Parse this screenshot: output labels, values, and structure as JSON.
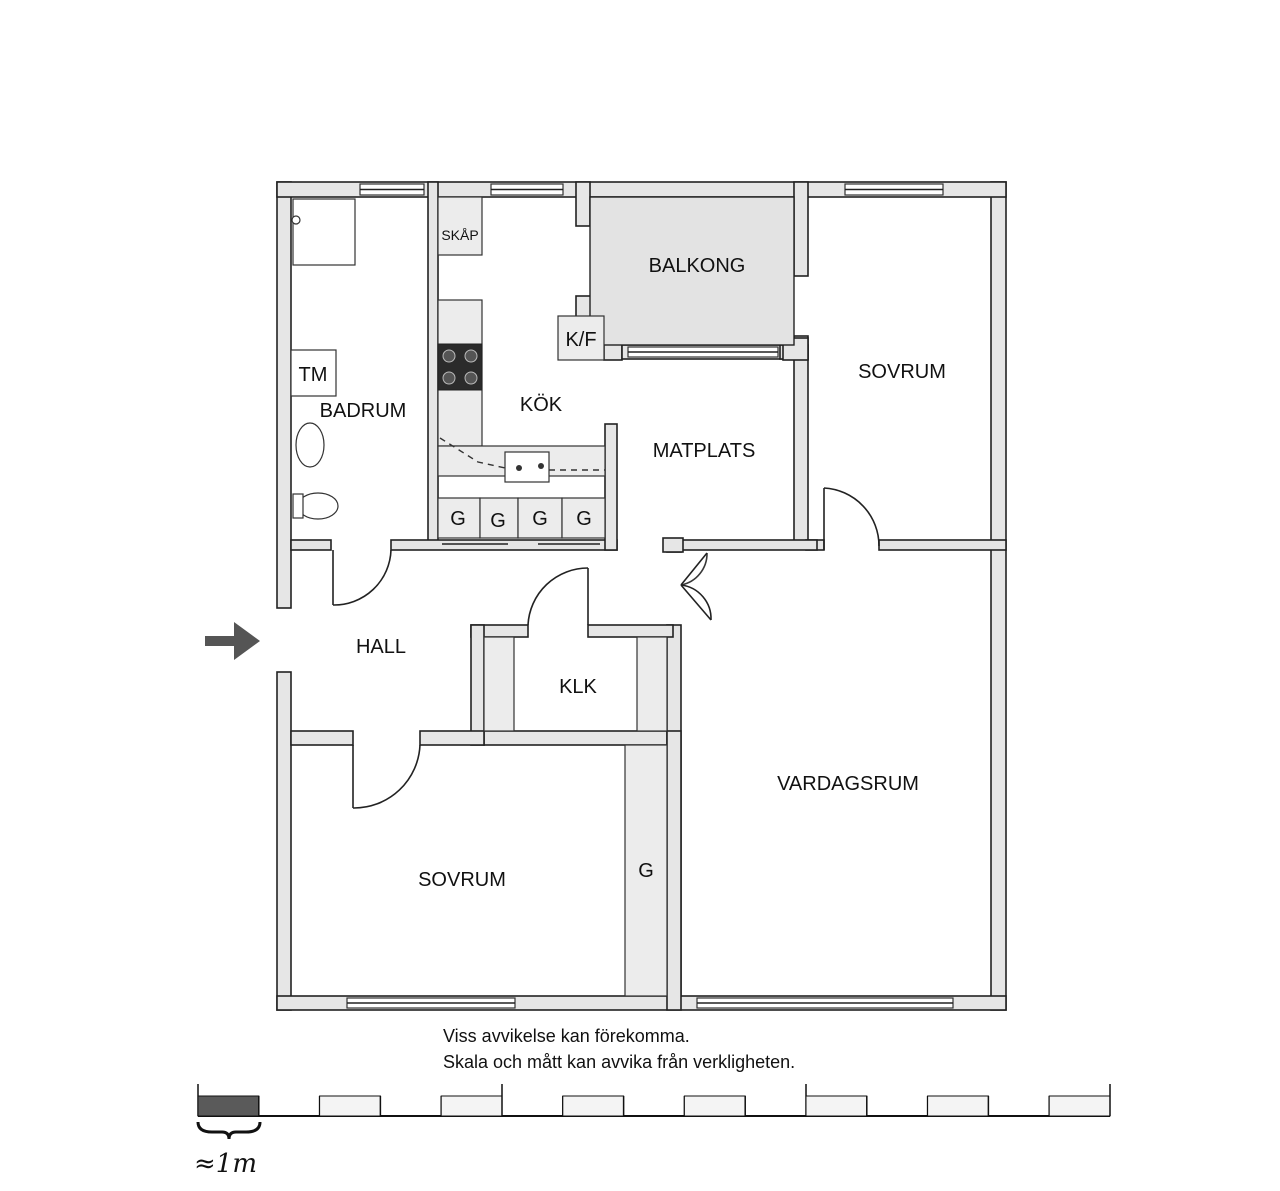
{
  "rooms": {
    "skap": "SKÅP",
    "balkong": "BALKONG",
    "kf": "K/F",
    "sovrum_top": "SOVRUM",
    "tm": "TM",
    "badrum": "BADRUM",
    "kok": "KÖK",
    "matplats": "MATPLATS",
    "g_kitchen_1": "G",
    "g_kitchen_2": "G",
    "g_kitchen_3": "G",
    "g_kitchen_4": "G",
    "hall": "HALL",
    "klk": "KLK",
    "vardagsrum": "VARDAGSRUM",
    "sovrum_bottom": "SOVRUM",
    "g_bedroom": "G"
  },
  "notes": {
    "line1": "Viss avvikelse kan förekomma.",
    "line2": "Skala och mått kan avvika från verkligheten."
  },
  "scale": {
    "label": "≈1m",
    "segments": 15
  },
  "colors": {
    "wall_fill": "#e6e6e6",
    "balcony_fill": "#e3e3e3",
    "scale_dark": "#5a5a5a",
    "arrow": "#555555"
  },
  "icons": {
    "entrance": "entrance-arrow-icon"
  }
}
